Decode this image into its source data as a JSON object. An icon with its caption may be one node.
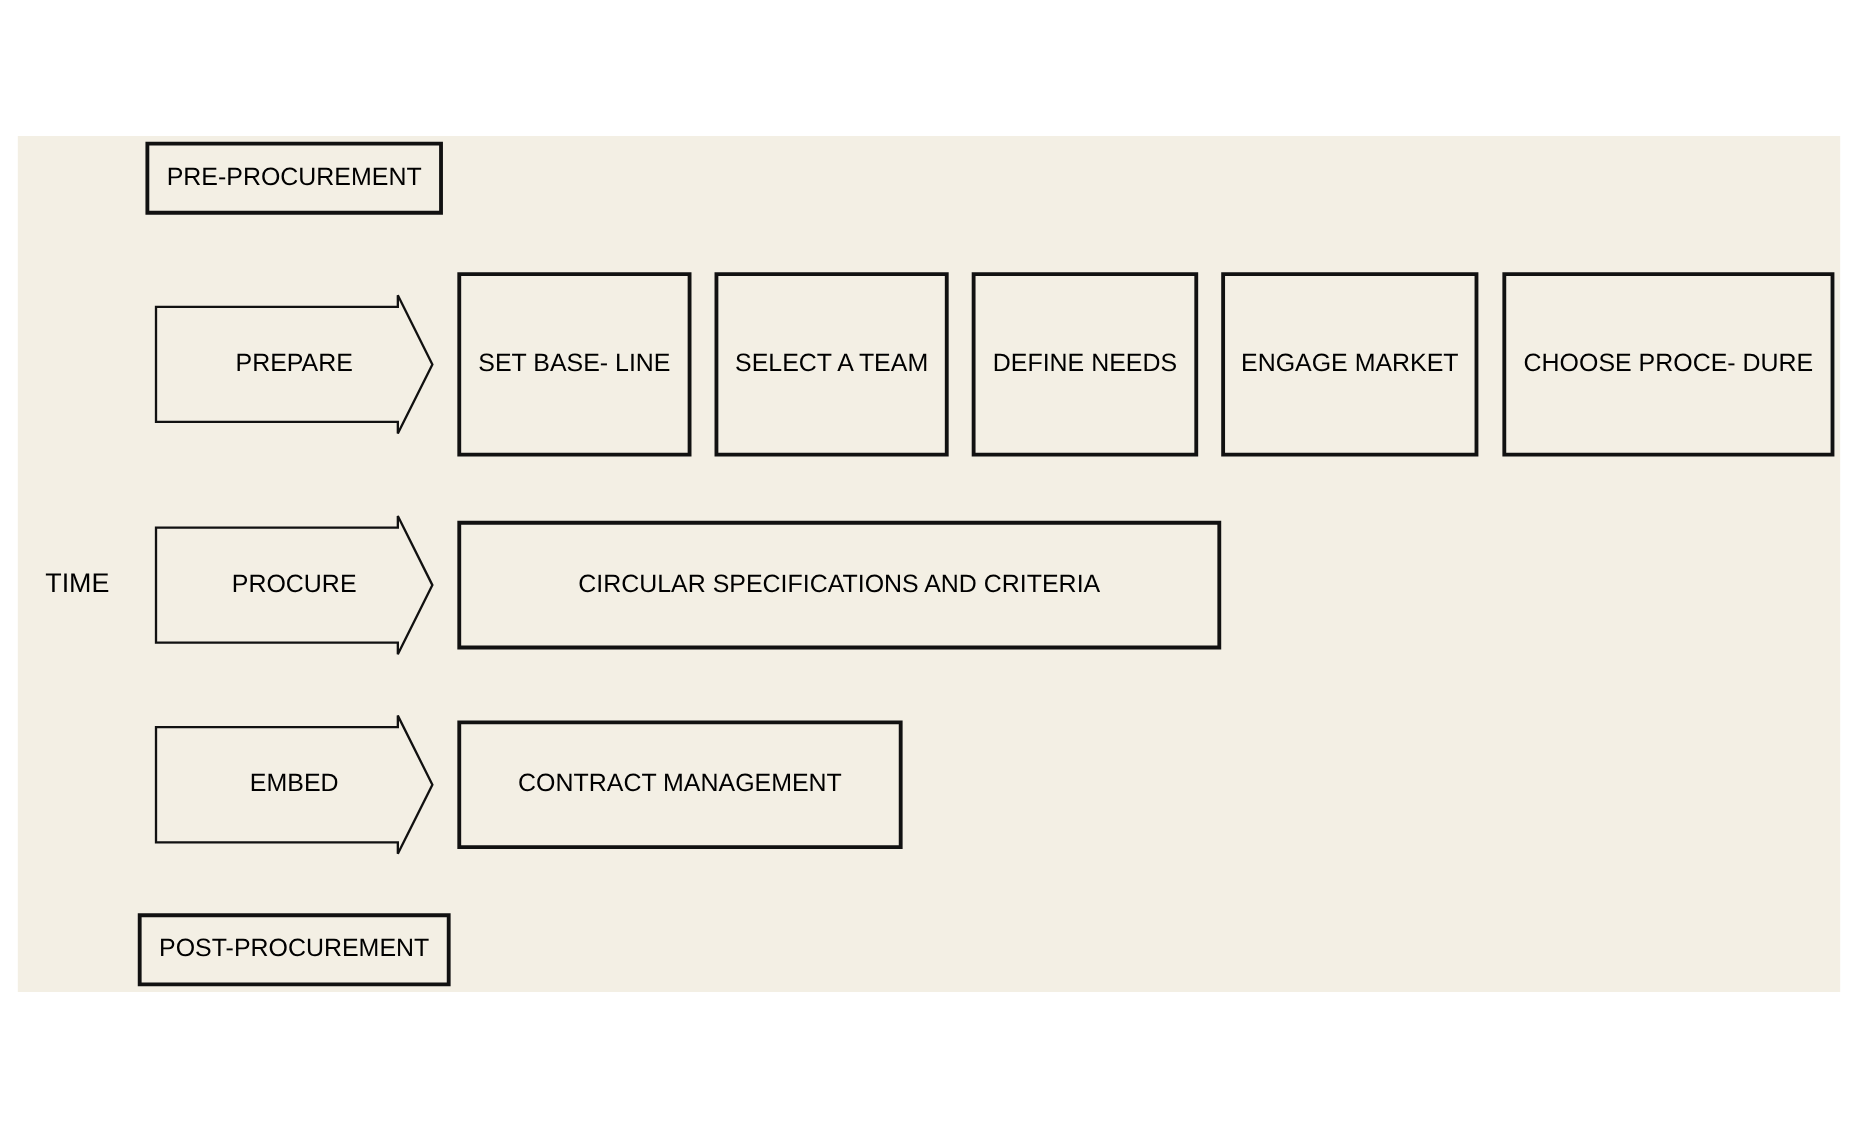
{
  "diagram": {
    "nodes": [
      {
        "text": [
          "PRE-PROCUREMENT"
        ]
      },
      {
        "text": [
          "PREPARE"
        ]
      },
      {
        "text": [
          "SET BASE- LINE"
        ]
      },
      {
        "text": [
          "SELECT A TEAM"
        ]
      },
      {
        "text": [
          "DEFINE NEEDS"
        ]
      },
      {
        "text": [
          "ENGAGE MARKET"
        ]
      },
      {
        "text": [
          "CHOOSE PROCE- DURE"
        ]
      },
      {
        "text": [
          "PROCURE"
        ]
      },
      {
        "text": [
          "CIRCULAR SPECIFICATIONS AND CRITERIA"
        ]
      },
      {
        "text": [
          "EMBED"
        ]
      },
      {
        "text": [
          "CONTRACT MANAGEMENT"
        ]
      },
      {
        "text": [
          "POST-PROCUREMENT"
        ]
      }
    ],
    "labels": [
      "TIME"
    ]
  }
}
